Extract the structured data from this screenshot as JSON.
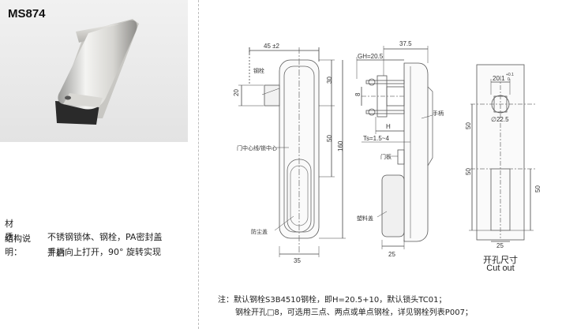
{
  "product": {
    "model": "MS874",
    "material_label": "材　　质：",
    "material_value": "不锈钢锁体、钢栓，PA密封盖",
    "structure_label": "结构说明：",
    "structure_value_line1": "手柄向上打开，90° 旋转实现",
    "structure_value_line2": "开启"
  },
  "drawing": {
    "front": {
      "dim_width_top": "45 ±2",
      "dim_bolt": "20",
      "dim_30": "30",
      "dim_50": "50",
      "dim_160": "160",
      "dim_bottom_width": "35",
      "label_bolt": "钢栓",
      "label_door_center": "门中心线/锁中心",
      "label_dust_cover": "防尘盖"
    },
    "side": {
      "dim_37_5": "37.5",
      "dim_gh": "GH=20.5",
      "dim_8": "8",
      "dim_h": "H",
      "dim_ts": "Ts=1.5~4",
      "dim_25": "25",
      "label_handle": "手柄",
      "label_door_panel": "门板",
      "label_plastic_cover": "塑料盖"
    },
    "cutout": {
      "dim_20_1": "20.1",
      "dim_tol_plus": "+0.1",
      "dim_tol_zero": "0",
      "dim_diameter": "∅22.5",
      "dim_50_a": "50",
      "dim_50_b": "50",
      "dim_50_c": "50",
      "dim_25": "25",
      "title_cn": "开孔尺寸",
      "title_en": "Cut out"
    },
    "notes": {
      "line1": "注：默认钢栓S3B4510钢栓，即H=20.5+10，默认锁头TC01；",
      "line2": "钢栓开孔□8，可选用三点、两点或单点钢栓，详见钢栓列表P007；"
    }
  }
}
